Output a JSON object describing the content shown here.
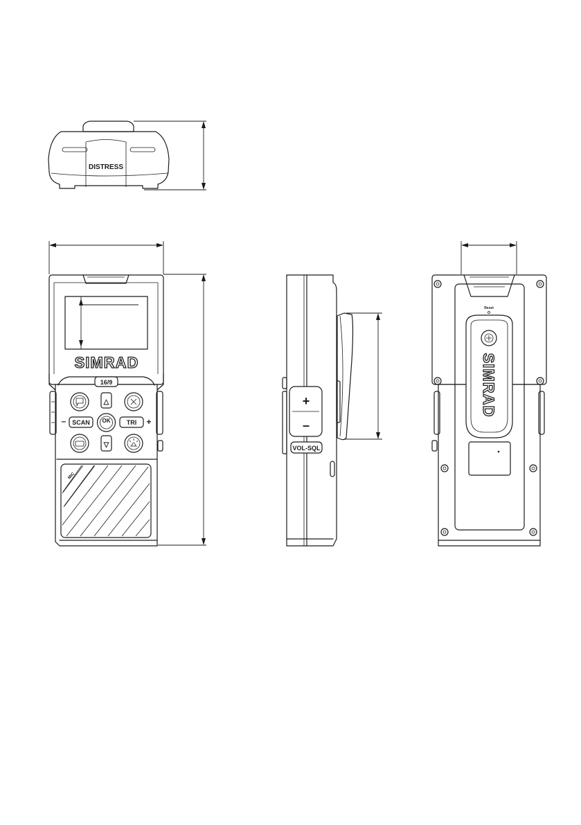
{
  "top_view": {
    "distress_label": "DISTRESS"
  },
  "front_view": {
    "logo": "SIMRAD",
    "key_16_9": "16/9",
    "key_scan": "SCAN",
    "key_tri": "TRI",
    "key_ok": "OK",
    "key_minus": "–",
    "key_plus": "+",
    "key_up": "△",
    "key_down": "▽"
  },
  "side_view": {
    "vol_sql_label": "VOL-SQL",
    "plus": "+",
    "minus": "–"
  },
  "back_view": {
    "logo": "SIMRAD",
    "reset_label": "Reset"
  }
}
